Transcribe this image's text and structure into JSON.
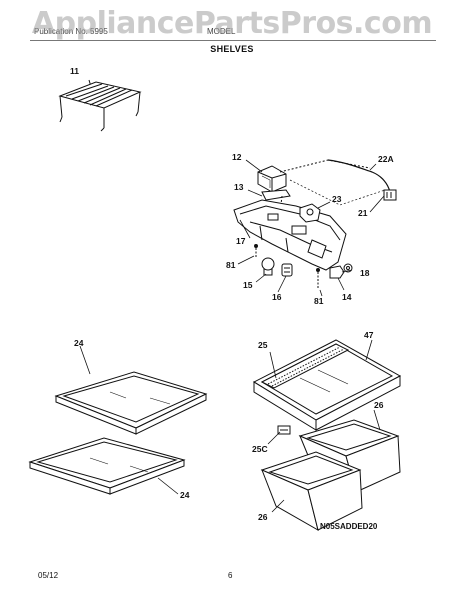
{
  "watermark": "AppliancePartsPros.com",
  "header": {
    "left_text": "Publication No. 5995",
    "right_text": "MODEL",
    "section_title": "SHELVES"
  },
  "labels": {
    "p11": "11",
    "p12": "12",
    "p22a": "22A",
    "p13": "13",
    "p23": "23",
    "p21": "21",
    "p17": "17",
    "p81a": "81",
    "p18": "18",
    "p15": "15",
    "p16": "16",
    "p14": "14",
    "p81b": "81",
    "p24a": "24",
    "p25": "25",
    "p47": "47",
    "p26a": "26",
    "p25c": "25C",
    "p24b": "24",
    "p26b": "26"
  },
  "diagram_code": "N05SADDED20",
  "footer": {
    "date": "05/12",
    "page": "6"
  }
}
